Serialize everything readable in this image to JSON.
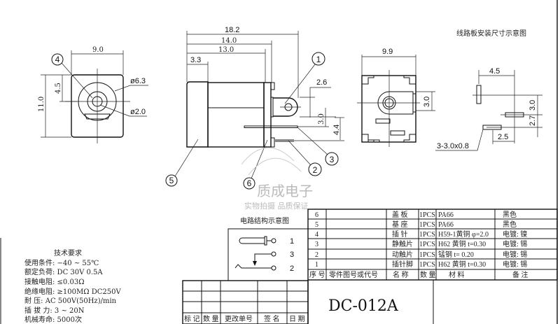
{
  "drawing": {
    "front_view": {
      "width_dim": "9.0",
      "height_dim": "11.0",
      "center_dim": "4.5",
      "outer_dia": "ø6.3",
      "pin_dia": "ø2.0",
      "callout": "4"
    },
    "side_view": {
      "overall_dim": "18.2",
      "dim_14": "14.0",
      "dim_13": "13.0",
      "dim_3_3": "3.3",
      "dim_2_6": "2.6",
      "dim_3_0": "3.0",
      "dim_4_4": "4.4",
      "callouts": [
        "1",
        "2",
        "3",
        "5",
        "6"
      ]
    },
    "back_view": {
      "width_dim": "9.9",
      "height_dim": "3.0"
    },
    "pcb_layout": {
      "title": "线路板安装尺寸示意图",
      "dim_4_5": "4.5",
      "dim_3_0": "3.0",
      "dim_2_7": "2.7",
      "dim_2_5": "2.5",
      "slot_note": "3-3.0x0.8"
    },
    "watermark": {
      "line1": "质成电子",
      "line2": "实物拍摄 品质保证"
    },
    "circuit": {
      "title": "电路结构示意图",
      "pins": [
        "1",
        "3",
        "2"
      ]
    }
  },
  "tech_requirements": {
    "title": "技术要求",
    "lines": [
      "使用条件: −40 ~ 55℃",
      "额定负荷: DC  30V  0.5A",
      "接触电阻: ≤0.03Ω",
      "绝缘电阻: ≥100MΩ  DC250V",
      "耐     压: AC  500V(50Hz)/min",
      "插 拔 力: 3 ~ 20N",
      "机械寿命: 5000次"
    ]
  },
  "parts_table": {
    "headers": [
      "序 号",
      "零件图号或代号",
      "名 称",
      "数 量",
      "材    料",
      "备    注"
    ],
    "rows": [
      [
        "6",
        "",
        "盖  板",
        "1PCS",
        "PA66",
        "黑色"
      ],
      [
        "5",
        "",
        "基  座",
        "1PCS",
        "PA66",
        "黑色"
      ],
      [
        "4",
        "",
        "插  针",
        "1PCS",
        "H59-1黄铜 φ=2.0",
        "电镀: 镍"
      ],
      [
        "3",
        "",
        "静触片",
        "1PCS",
        "H62  黄铜  t=0.30",
        "电镀: 锡"
      ],
      [
        "2",
        "",
        "动触片",
        "1PCS",
        "锰钢   t= 0.20",
        "电镀: 锡"
      ],
      [
        "1",
        "",
        "插针脚",
        "1PCS",
        "H62  黄铜  t=0.30",
        "电镀: 锡"
      ]
    ]
  },
  "revision_table": {
    "headers": [
      "标 记",
      "数 量",
      "更改单号",
      "签 名",
      "日 期"
    ]
  },
  "title_block": {
    "part_number": "DC-012A"
  }
}
